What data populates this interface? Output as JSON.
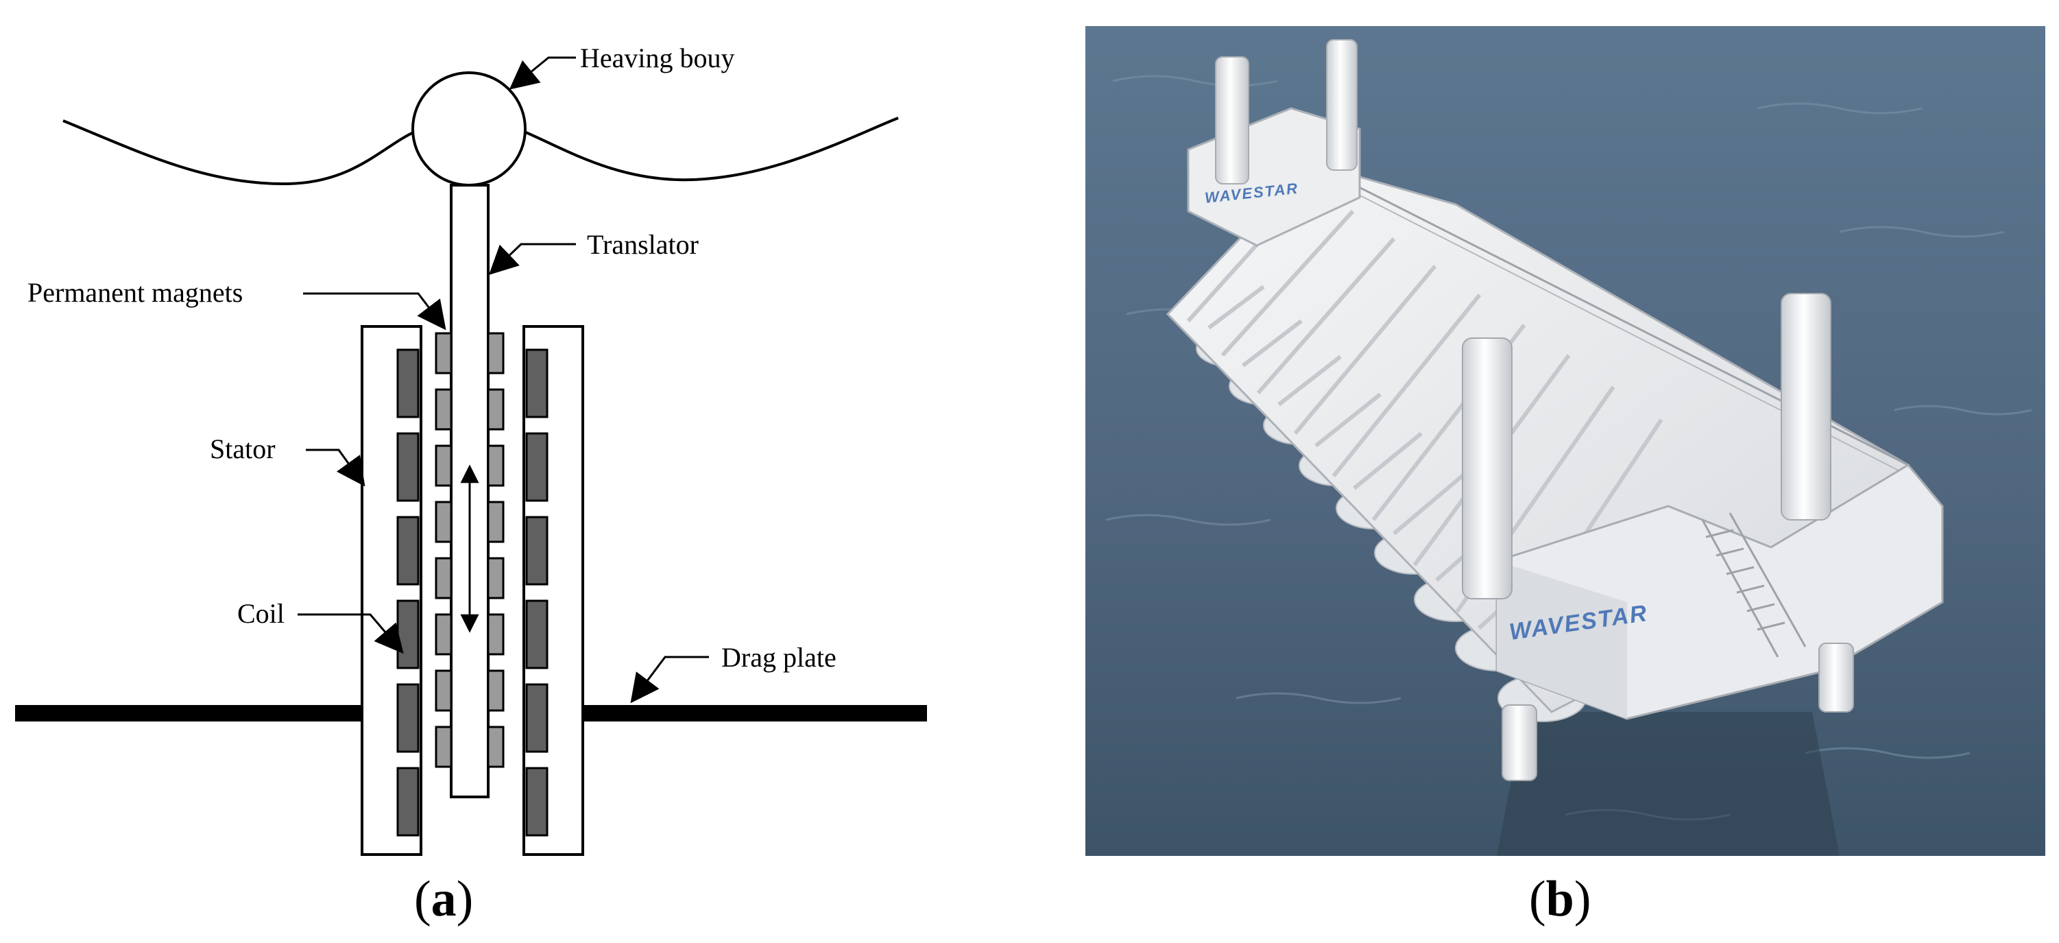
{
  "panel_a": {
    "labels": {
      "heaving_buoy": "Heaving bouy",
      "translator": "Translator",
      "permanent_magnets": "Permanent magnets",
      "stator": "Stator",
      "coil": "Coil",
      "drag_plate": "Drag plate"
    },
    "caption": {
      "open": "(",
      "letter": "a",
      "close": ")"
    }
  },
  "panel_b": {
    "brand_front": "WAVESTAR",
    "brand_back": "WAVESTAR",
    "caption": {
      "open": "(",
      "letter": "b",
      "close": ")"
    }
  },
  "colors": {
    "outline": "#000000",
    "coil": "#606060",
    "magnet": "#9a9a9a",
    "sea": "#55708a",
    "structure": "#eef0f2",
    "brand": "#4f79b8"
  }
}
